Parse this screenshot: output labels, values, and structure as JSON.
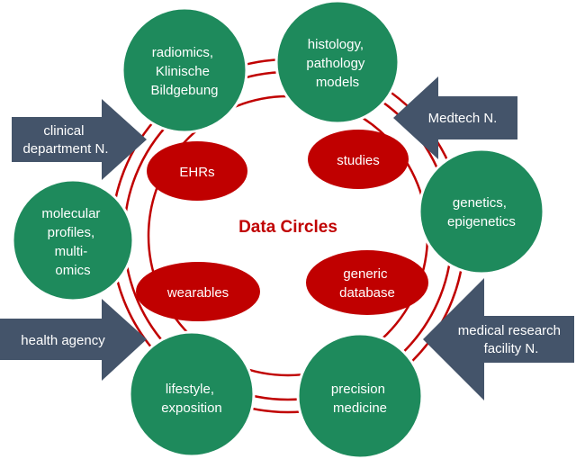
{
  "colors": {
    "ring": "#c00000",
    "green_node": "#1e8a5c",
    "red_node": "#c00000",
    "arrow": "#44546a",
    "node_border": "#ffffff"
  },
  "center_title": "Data Circles",
  "data_sources": [
    {
      "id": "radiomics",
      "lines": [
        "radiomics,",
        "Klinische",
        "Bildgebung"
      ]
    },
    {
      "id": "histology",
      "lines": [
        "histology,",
        "pathology",
        "models"
      ]
    },
    {
      "id": "genetics",
      "lines": [
        "genetics,",
        "epigenetics"
      ]
    },
    {
      "id": "precision",
      "lines": [
        "precision",
        "medicine"
      ]
    },
    {
      "id": "lifestyle",
      "lines": [
        "lifestyle,",
        "exposition"
      ]
    },
    {
      "id": "molecular",
      "lines": [
        "molecular",
        "profiles,",
        "multi-",
        "omics"
      ]
    }
  ],
  "data_types": [
    {
      "id": "ehrs",
      "lines": [
        "EHRs"
      ]
    },
    {
      "id": "studies",
      "lines": [
        "studies"
      ]
    },
    {
      "id": "wearables",
      "lines": [
        "wearables"
      ]
    },
    {
      "id": "generic-database",
      "lines": [
        "generic",
        "database"
      ]
    }
  ],
  "contributors": [
    {
      "id": "clinical-department",
      "lines": [
        "clinical",
        "department N."
      ]
    },
    {
      "id": "medtech",
      "lines": [
        "Medtech N."
      ]
    },
    {
      "id": "health-agency",
      "lines": [
        "health agency"
      ]
    },
    {
      "id": "medical-research-facility",
      "lines": [
        "medical research",
        "facility N."
      ]
    }
  ]
}
